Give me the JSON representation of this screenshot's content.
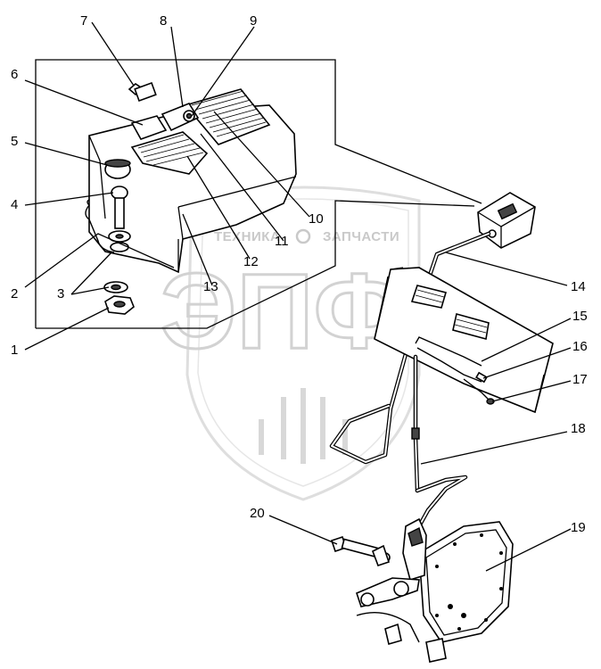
{
  "watermark": {
    "brand_text": "ТЕХНИКА",
    "brand_text_2": "ЗАПЧАСТИ",
    "logo_letters": "ЭПФ"
  },
  "callouts": [
    "1",
    "2",
    "3",
    "4",
    "5",
    "6",
    "7",
    "8",
    "9",
    "10",
    "11",
    "12",
    "13",
    "14",
    "15",
    "16",
    "17",
    "18",
    "19",
    "20"
  ]
}
